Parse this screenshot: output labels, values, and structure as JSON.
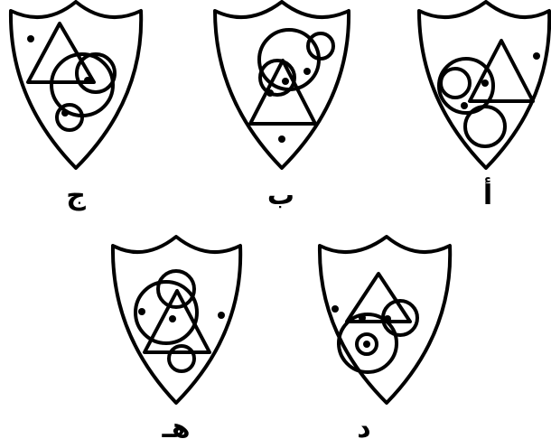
{
  "colors": {
    "ink": "#000000",
    "background": "#ffffff"
  },
  "figures": [
    {
      "id": "figure-a",
      "label": "أ"
    },
    {
      "id": "figure-b",
      "label": "ب"
    },
    {
      "id": "figure-j",
      "label": "ج"
    },
    {
      "id": "figure-d",
      "label": "د"
    },
    {
      "id": "figure-h",
      "label": "هـ"
    }
  ]
}
